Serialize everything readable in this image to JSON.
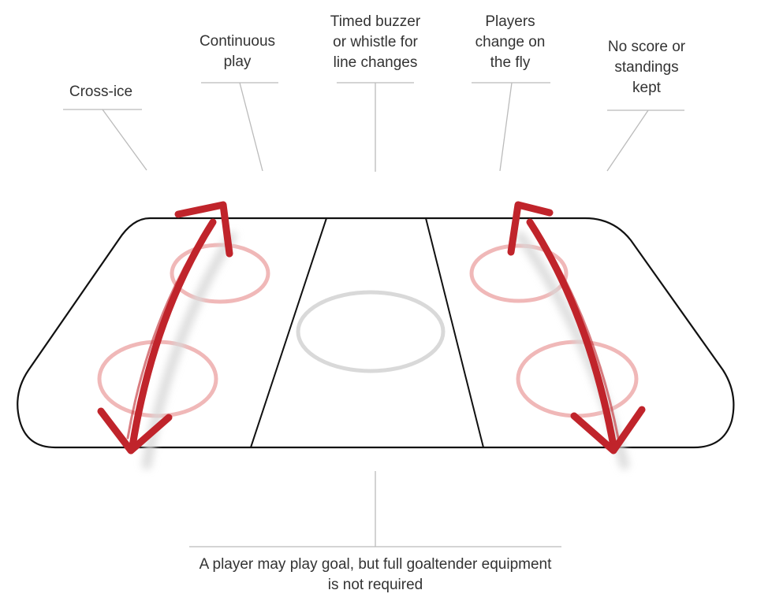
{
  "labels": {
    "cross_ice": "Cross-ice",
    "continuous_play": "Continuous\nplay",
    "timed_buzzer": "Timed buzzer\nor whistle for\nline changes",
    "players_change": "Players\nchange on\nthe fly",
    "no_score": "No score or\nstandings\nkept",
    "goalie": "A player may play goal, but full goaltender equipment\nis not required"
  },
  "colors": {
    "text": "#333333",
    "leader_lines": "#bbbbbb",
    "rink_outline": "#111111",
    "faceoff_circles": "#f0b8b8",
    "center_circle": "#d9d9d9",
    "arrows": "#c0242b",
    "arrow_shadow": "#d8d8d8"
  }
}
